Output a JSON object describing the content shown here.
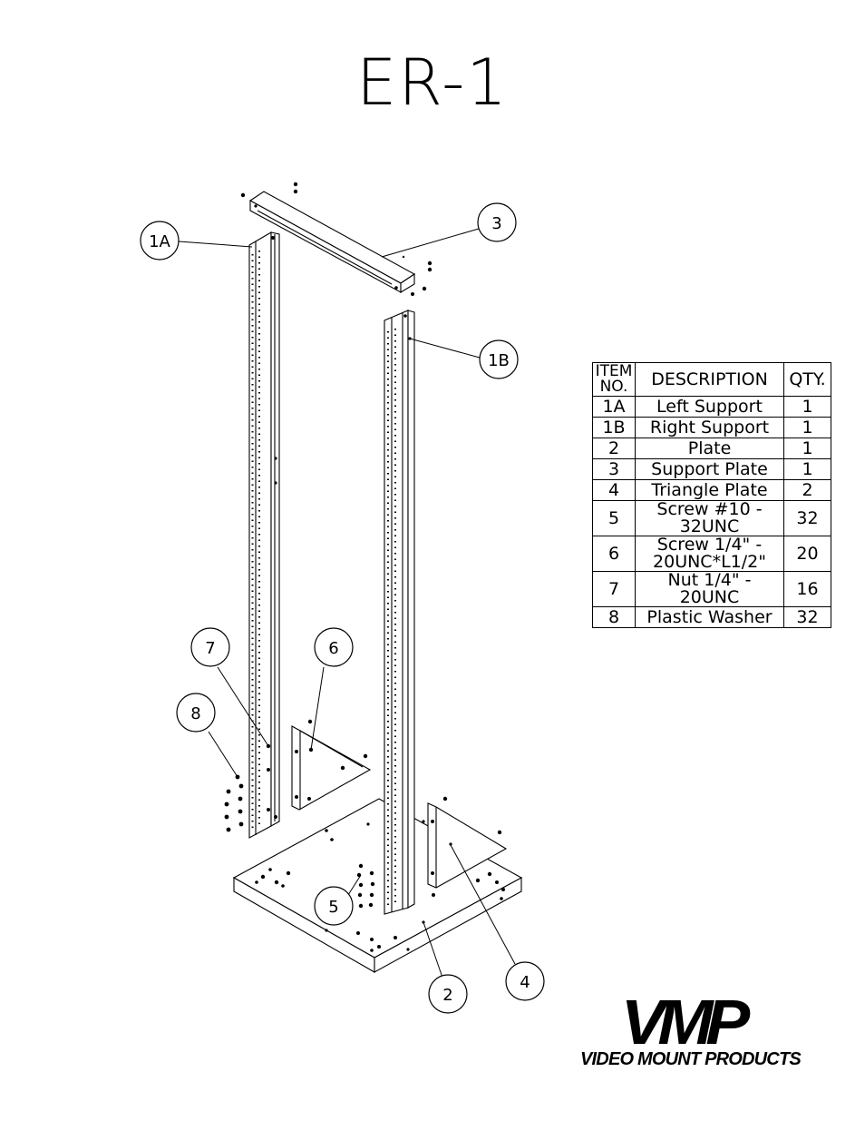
{
  "title": "ER-1",
  "balloons": {
    "b1a": "1A",
    "b1b": "1B",
    "b2": "2",
    "b3": "3",
    "b4": "4",
    "b5": "5",
    "b6": "6",
    "b7": "7",
    "b8": "8"
  },
  "bom": {
    "headers": [
      "ITEM NO.",
      "DESCRIPTION",
      "QTY."
    ],
    "header_item_line1": "ITEM",
    "header_item_line2": "NO.",
    "rows": [
      {
        "item": "1A",
        "description": "Left Support",
        "qty": "1"
      },
      {
        "item": "1B",
        "description": "Right Support",
        "qty": "1"
      },
      {
        "item": "2",
        "description": "Plate",
        "qty": "1"
      },
      {
        "item": "3",
        "description": "Support Plate",
        "qty": "1"
      },
      {
        "item": "4",
        "description": "Triangle Plate",
        "qty": "2"
      },
      {
        "item": "5",
        "description": "Screw #10 - 32UNC",
        "qty": "32"
      },
      {
        "item": "6",
        "description": "Screw 1/4\" - 20UNC*L1/2\"",
        "qty": "20"
      },
      {
        "item": "7",
        "description": "Nut 1/4\" - 20UNC",
        "qty": "16"
      },
      {
        "item": "8",
        "description": "Plastic Washer",
        "qty": "32"
      }
    ]
  },
  "logo": {
    "mark": "VMP",
    "subtitle": "VIDEO MOUNT PRODUCTS"
  }
}
